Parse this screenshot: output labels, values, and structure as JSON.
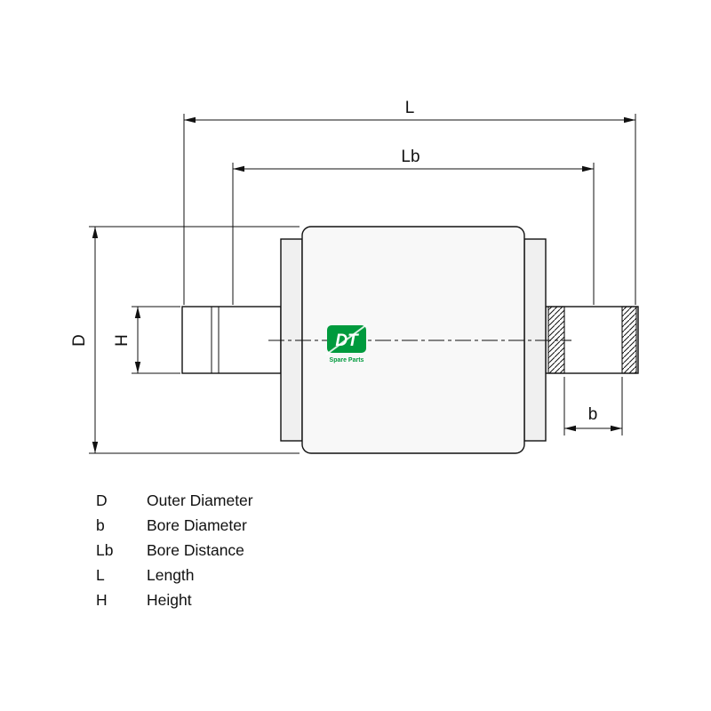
{
  "diagram": {
    "dimension_labels": {
      "length": "L",
      "bore_distance": "Lb",
      "outer_diameter": "D",
      "height": "H",
      "bore_diameter": "b"
    },
    "logo": {
      "name": "DT",
      "tagline": "Spare Parts",
      "color": "#009a3d"
    },
    "line_color": "#111111"
  },
  "legend": {
    "rows": [
      {
        "symbol": "D",
        "description": "Outer Diameter"
      },
      {
        "symbol": "b",
        "description": "Bore Diameter"
      },
      {
        "symbol": "Lb",
        "description": "Bore Distance"
      },
      {
        "symbol": "L",
        "description": "Length"
      },
      {
        "symbol": "H",
        "description": "Height"
      }
    ]
  }
}
